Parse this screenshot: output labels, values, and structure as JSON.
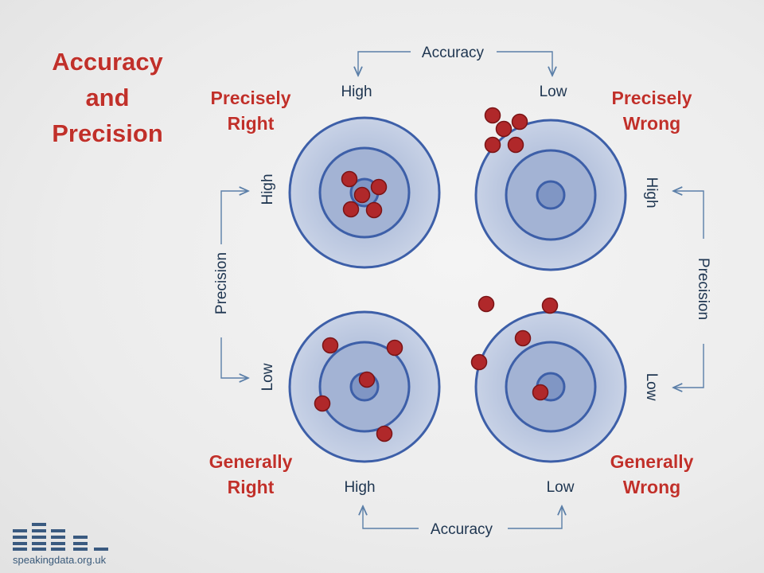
{
  "title": {
    "line1": "Accuracy",
    "line2": "and",
    "line3": "Precision"
  },
  "top_axis": {
    "label": "Accuracy",
    "left": "High",
    "right": "Low"
  },
  "bottom_axis": {
    "label": "Accuracy",
    "left": "High",
    "right": "Low"
  },
  "left_axis": {
    "label": "Precision",
    "top": "High",
    "bottom": "Low"
  },
  "right_axis": {
    "label": "Precision",
    "top": "High",
    "bottom": "Low"
  },
  "quadrants": {
    "top_left": {
      "line1": "Precisely",
      "line2": "Right"
    },
    "top_right": {
      "line1": "Precisely",
      "line2": "Wrong"
    },
    "bottom_left": {
      "line1": "Generally",
      "line2": "Right"
    },
    "bottom_right": {
      "line1": "Generally",
      "line2": "Wrong"
    }
  },
  "logo": {
    "text": "speakingdata.org.uk"
  },
  "colors": {
    "title_red": "#c0302a",
    "ring_stroke": "#3d5fa8",
    "target_fill": "#aab8d6",
    "dot_fill": "#b0282a",
    "dot_stroke": "#7a1416",
    "axis_line": "#5b7fa8",
    "label_text": "#1e3550"
  }
}
